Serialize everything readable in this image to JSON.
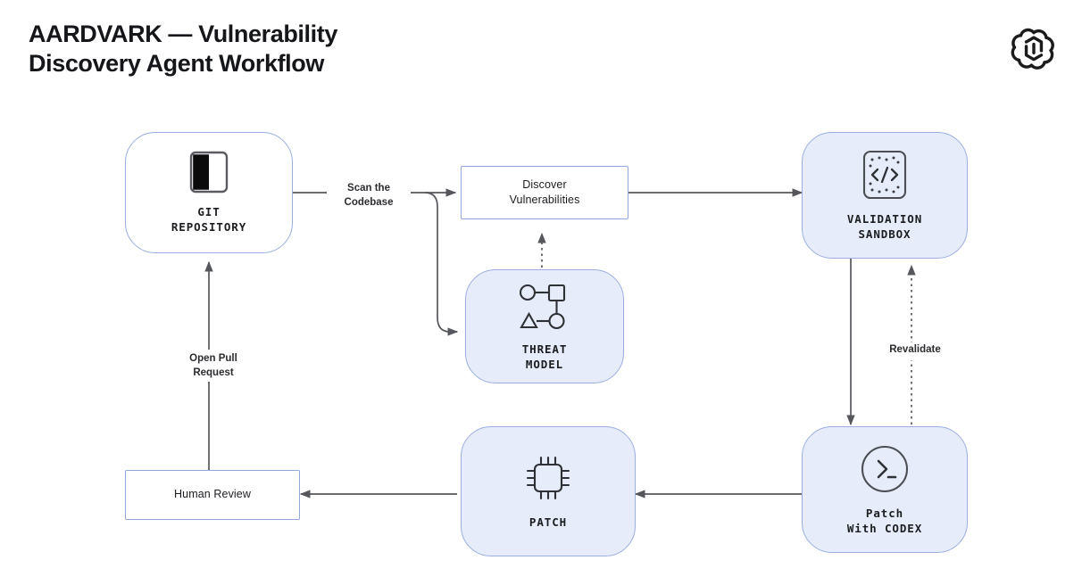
{
  "header": {
    "title": "AARDVARK — Vulnerability\nDiscovery Agent Workflow",
    "logo_icon": "openai-logo-icon"
  },
  "theme": {
    "node_fill_tint": "#e6ecfa",
    "node_fill_white": "#ffffff",
    "node_border": "#9aafe0",
    "rect_border": "#93a8dd",
    "edge_color": "#55575c",
    "text_color": "#1c1d21",
    "background": "#ffffff"
  },
  "nodes": [
    {
      "id": "git-repository",
      "label": "GIT\nREPOSITORY",
      "icon": "repository-book-icon",
      "shape": "rounded",
      "fill": "white"
    },
    {
      "id": "discover-vulnerabilities",
      "label": "Discover\nVulnerabilities",
      "icon": "none",
      "shape": "rect",
      "fill": "white"
    },
    {
      "id": "threat-model",
      "label": "THREAT\nMODEL",
      "icon": "threat-graph-icon",
      "shape": "rounded",
      "fill": "tint"
    },
    {
      "id": "validation-sandbox",
      "label": "VALIDATION\nSANDBOX",
      "icon": "code-brackets-icon",
      "shape": "rounded",
      "fill": "tint"
    },
    {
      "id": "patch-with-codex",
      "label": "Patch\nWith CODEX",
      "icon": "terminal-prompt-icon",
      "shape": "rounded",
      "fill": "tint"
    },
    {
      "id": "patch",
      "label": "PATCH",
      "icon": "cpu-chip-icon",
      "shape": "rounded",
      "fill": "tint"
    },
    {
      "id": "human-review",
      "label": "Human Review",
      "icon": "none",
      "shape": "rect",
      "fill": "white"
    }
  ],
  "edges": [
    {
      "id": "scan-the-codebase",
      "from": "git-repository",
      "to": "discover-vulnerabilities",
      "label": "Scan the\nCodebase",
      "style": "solid"
    },
    {
      "id": "scan-to-threat-model",
      "from": "git-repository",
      "to": "threat-model",
      "label": "",
      "style": "solid"
    },
    {
      "id": "threat-model-feedback",
      "from": "threat-model",
      "to": "discover-vulnerabilities",
      "label": "",
      "style": "dotted"
    },
    {
      "id": "discover-to-validation",
      "from": "discover-vulnerabilities",
      "to": "validation-sandbox",
      "label": "",
      "style": "solid"
    },
    {
      "id": "validation-to-codex",
      "from": "validation-sandbox",
      "to": "patch-with-codex",
      "label": "",
      "style": "solid"
    },
    {
      "id": "revalidate",
      "from": "patch-with-codex",
      "to": "validation-sandbox",
      "label": "Revalidate",
      "style": "dotted"
    },
    {
      "id": "codex-to-patch",
      "from": "patch-with-codex",
      "to": "patch",
      "label": "",
      "style": "solid"
    },
    {
      "id": "patch-to-human-review",
      "from": "patch",
      "to": "human-review",
      "label": "",
      "style": "solid"
    },
    {
      "id": "open-pull-request",
      "from": "human-review",
      "to": "git-repository",
      "label": "Open Pull\nRequest",
      "style": "solid"
    }
  ]
}
